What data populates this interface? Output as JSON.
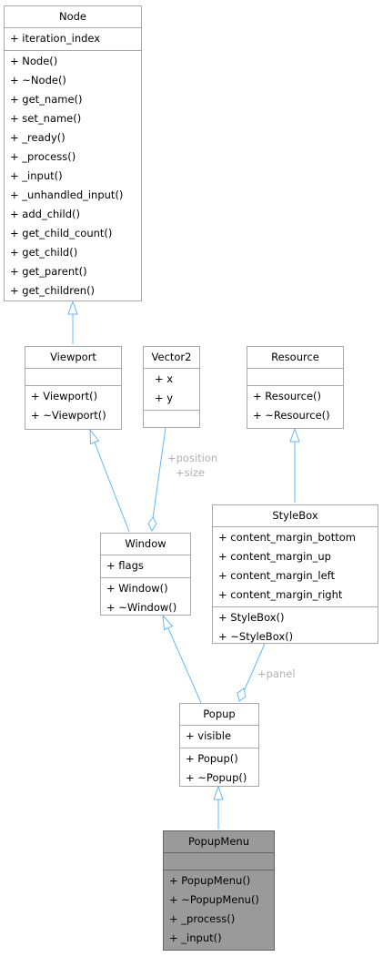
{
  "classes": {
    "node": {
      "name": "Node",
      "attributes": [
        "+ iteration_index"
      ],
      "methods": [
        "+ Node()",
        "+ ~Node()",
        "+ get_name()",
        "+ set_name()",
        "+ _ready()",
        "+ _process()",
        "+ _input()",
        "+ _unhandled_input()",
        "+ add_child()",
        "+ get_child_count()",
        "+ get_child()",
        "+ get_parent()",
        "+ get_children()"
      ]
    },
    "viewport": {
      "name": "Viewport",
      "attributes": [],
      "methods": [
        "+ Viewport()",
        "+ ~Viewport()"
      ]
    },
    "vector2": {
      "name": "Vector2",
      "attributes": [
        "+   x",
        "+   y"
      ],
      "methods": []
    },
    "resource": {
      "name": "Resource",
      "attributes": [],
      "methods": [
        "+ Resource()",
        "+ ~Resource()"
      ]
    },
    "stylebox": {
      "name": "StyleBox",
      "attributes": [
        "+ content_margin_bottom",
        "+ content_margin_up",
        "+ content_margin_left",
        "+ content_margin_right"
      ],
      "methods": [
        "+ StyleBox()",
        "+ ~StyleBox()"
      ]
    },
    "window": {
      "name": "Window",
      "attributes": [
        "+ flags"
      ],
      "methods": [
        "+ Window()",
        "+ ~Window()"
      ]
    },
    "popup": {
      "name": "Popup",
      "attributes": [
        "+ visible"
      ],
      "methods": [
        "+ Popup()",
        "+ ~Popup()"
      ]
    },
    "popupmenu": {
      "name": "PopupMenu",
      "attributes": [],
      "methods": [
        "+ PopupMenu()",
        "+ ~PopupMenu()",
        "+ _process()",
        "+ _input()"
      ]
    }
  },
  "edge_labels": {
    "position": "+position",
    "size": "+size",
    "panel": "+panel"
  },
  "colors": {
    "edge": "#63b8ff",
    "highlight_fill": "#9a9a9a",
    "border": "#a8a8a8",
    "label": "#b0b0b0"
  }
}
